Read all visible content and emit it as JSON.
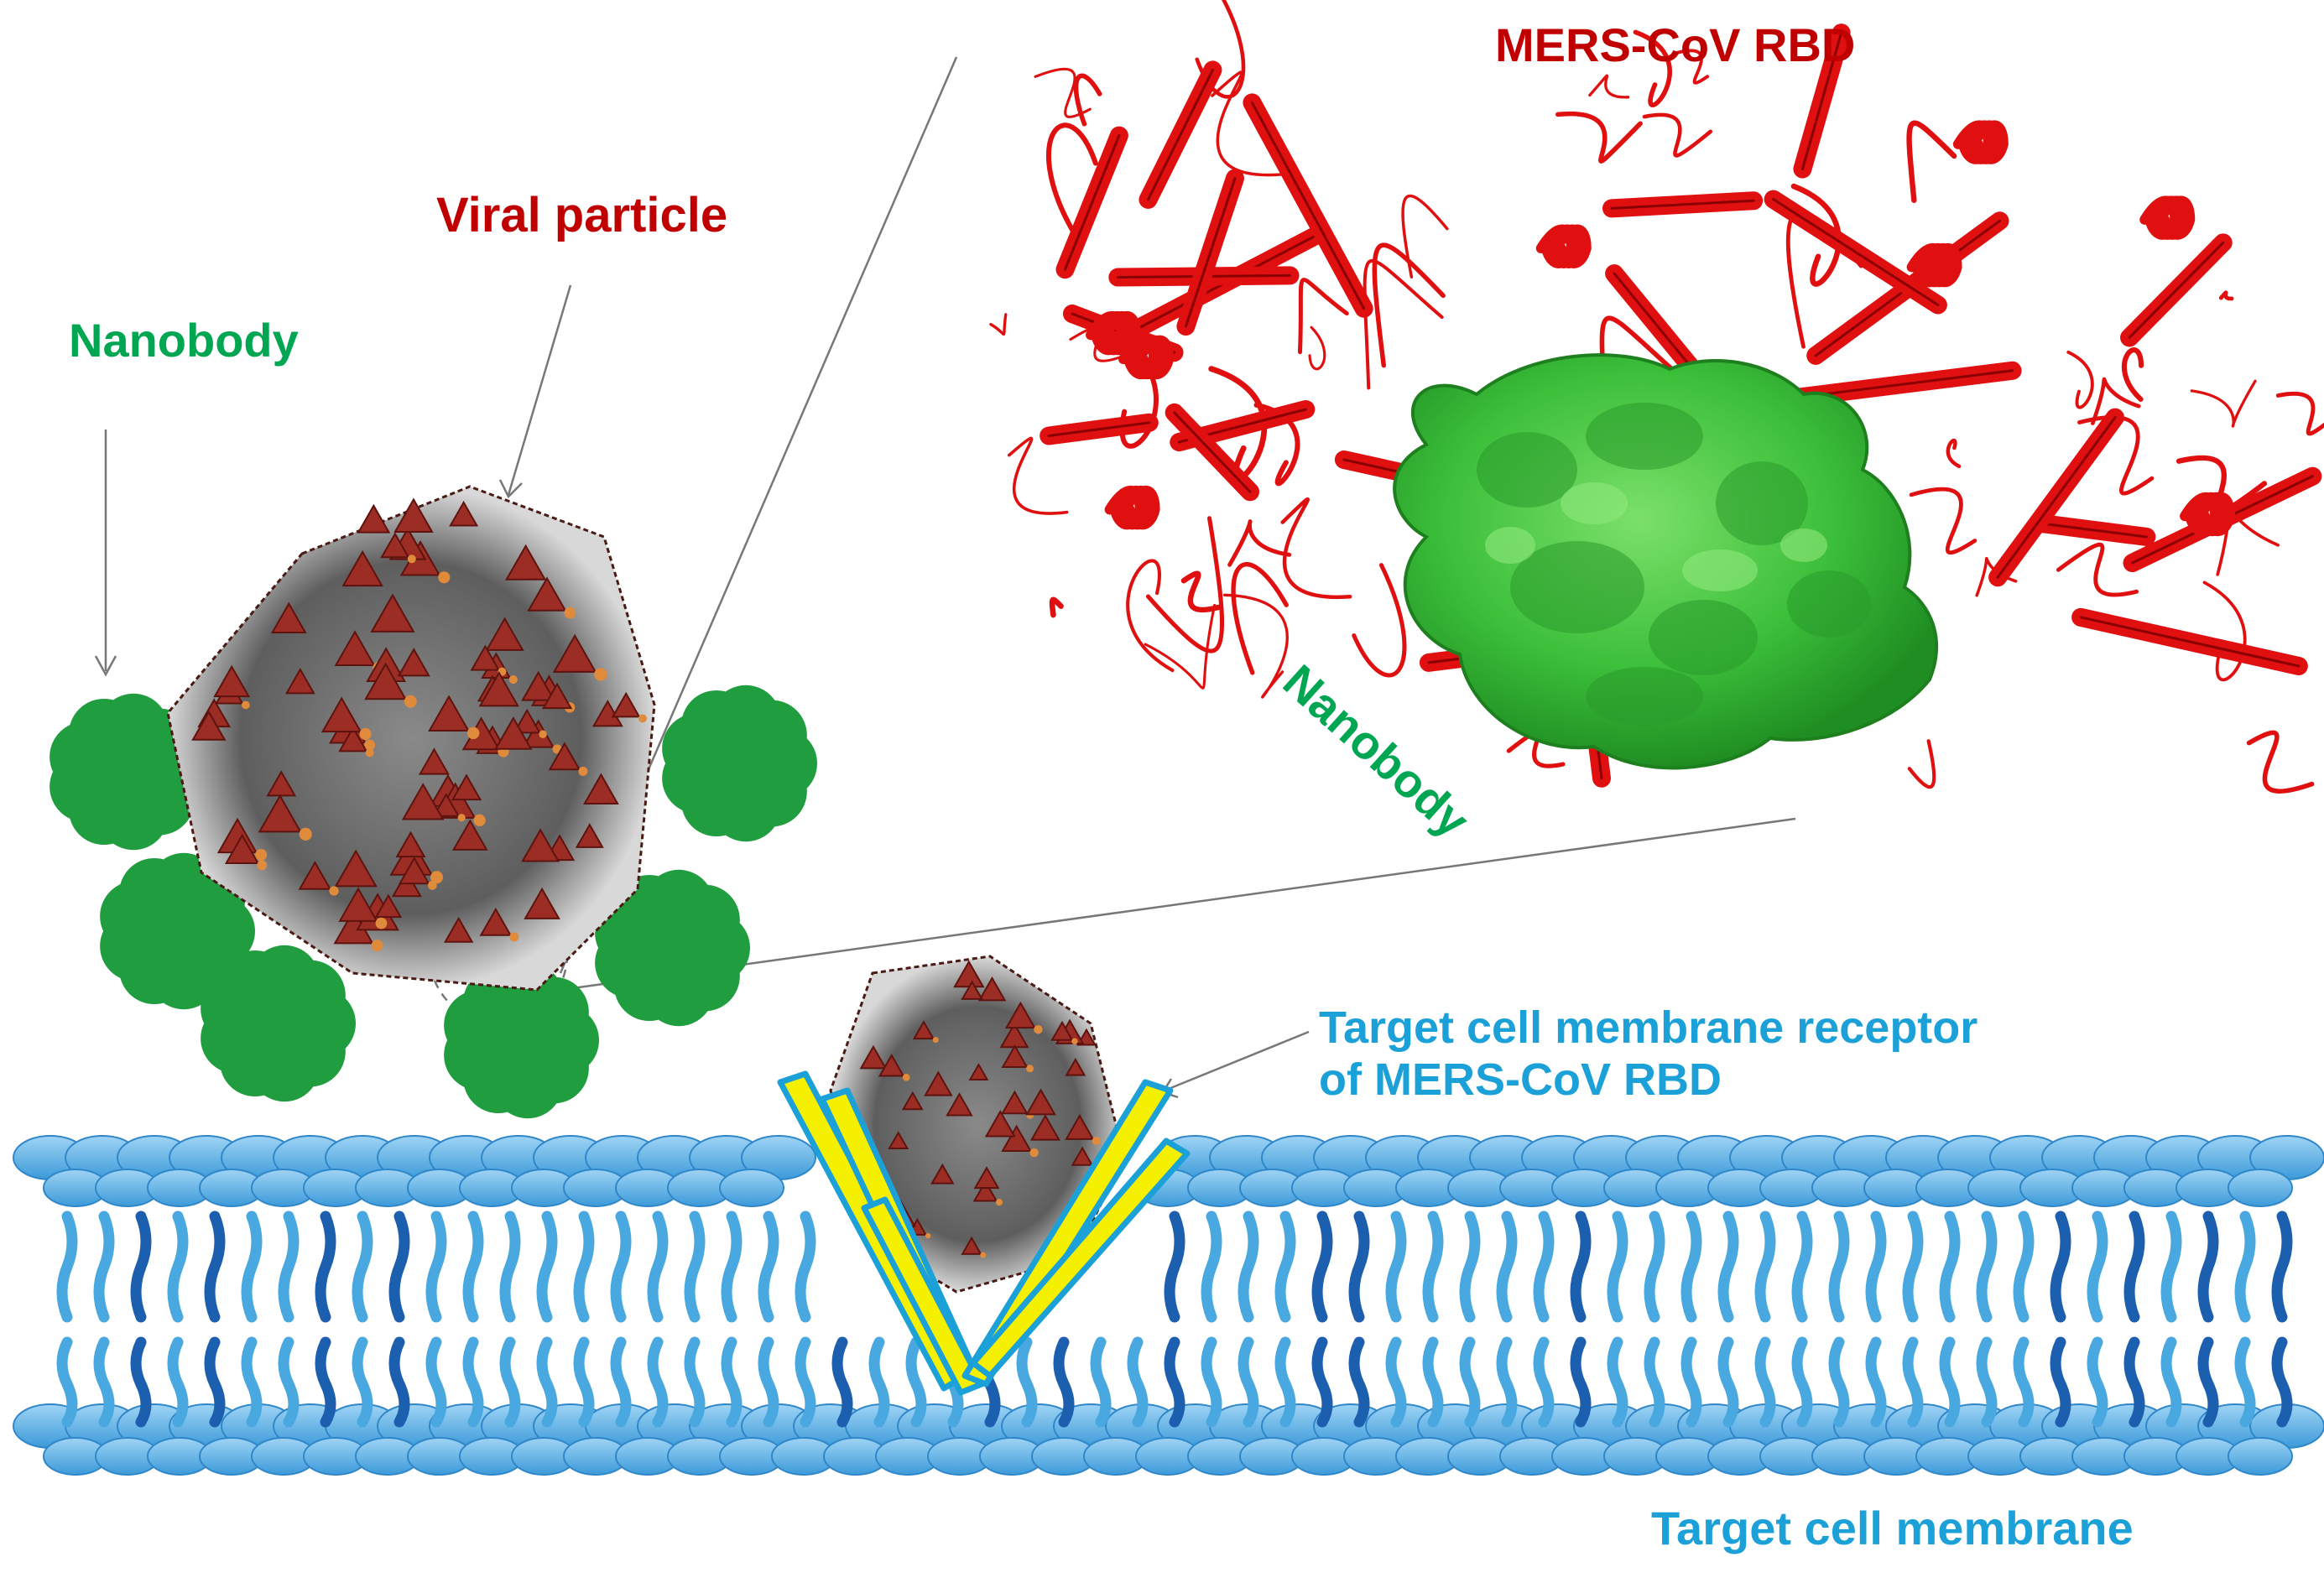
{
  "labels": {
    "rbd": "MERS-CoV RBD",
    "viral_particle": "Viral particle",
    "nanobody_left": "Nanobody",
    "nanobody_structure": "Nanobody",
    "receptor_line1": "Target cell membrane receptor",
    "receptor_line2": "of MERS-CoV RBD",
    "membrane": "Target cell membrane"
  },
  "colors": {
    "rbd_red": "#c00000",
    "nanobody_green": "#00a651",
    "blue_label": "#1ba1d8",
    "ribbon_red": "#e01010",
    "surface_green": "#3cc43c",
    "virus_spike": "#9b2d25",
    "membrane_blue": "#4aa8e0",
    "receptor_yellow": "#f5f000"
  }
}
